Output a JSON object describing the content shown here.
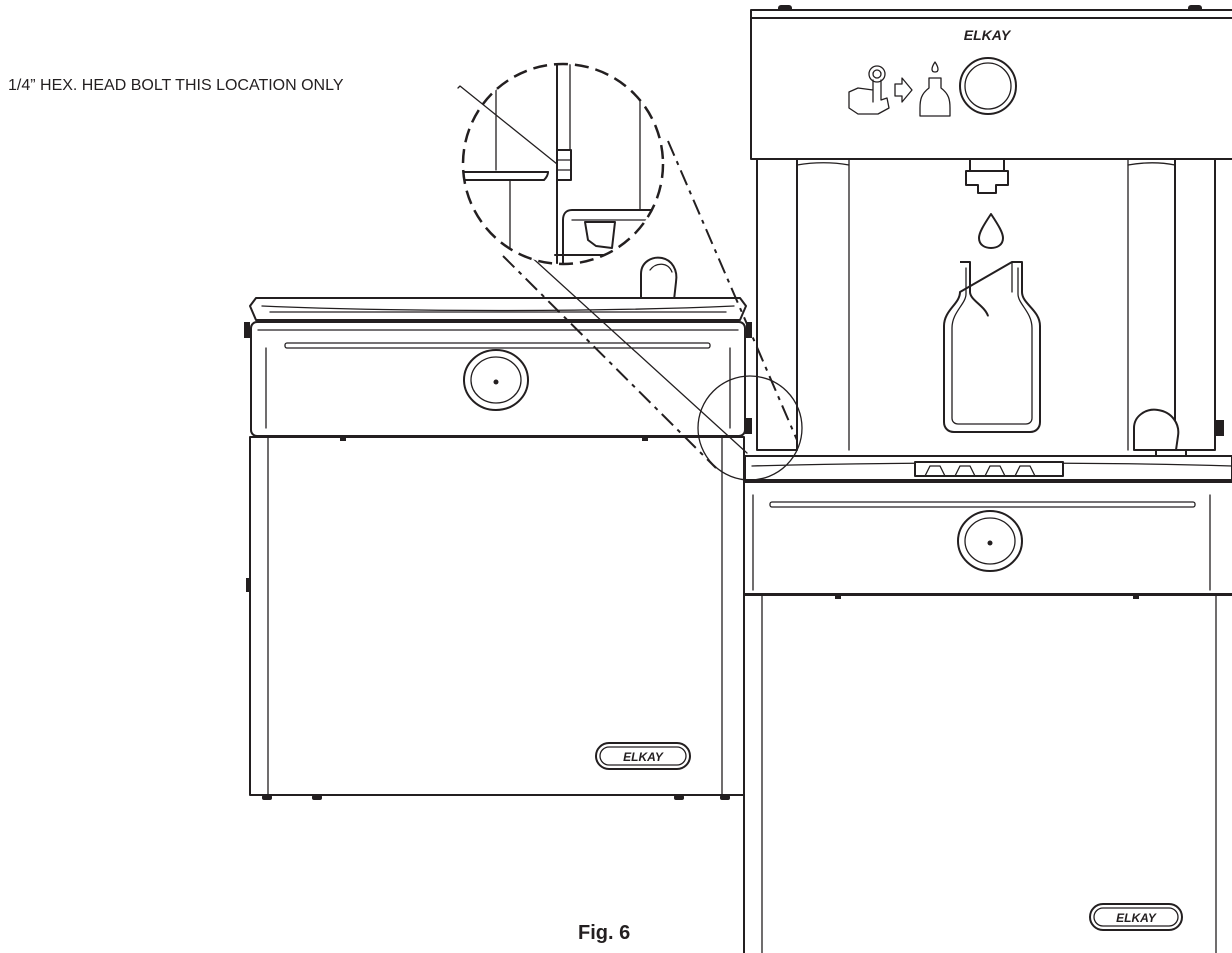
{
  "callout": {
    "text": "1/4” HEX. HEAD BOLT THIS LOCATION ONLY"
  },
  "figure": {
    "caption": "Fig. 6"
  },
  "brand": {
    "top_logo": "ELKAY",
    "left_panel_logo": "ELKAY",
    "right_panel_logo": "ELKAY"
  },
  "icons": [
    "hand-press-icon",
    "arrow-right-icon",
    "bottle-fill-icon",
    "sensor-button-icon",
    "water-drop-icon",
    "bottle-outline-icon"
  ]
}
